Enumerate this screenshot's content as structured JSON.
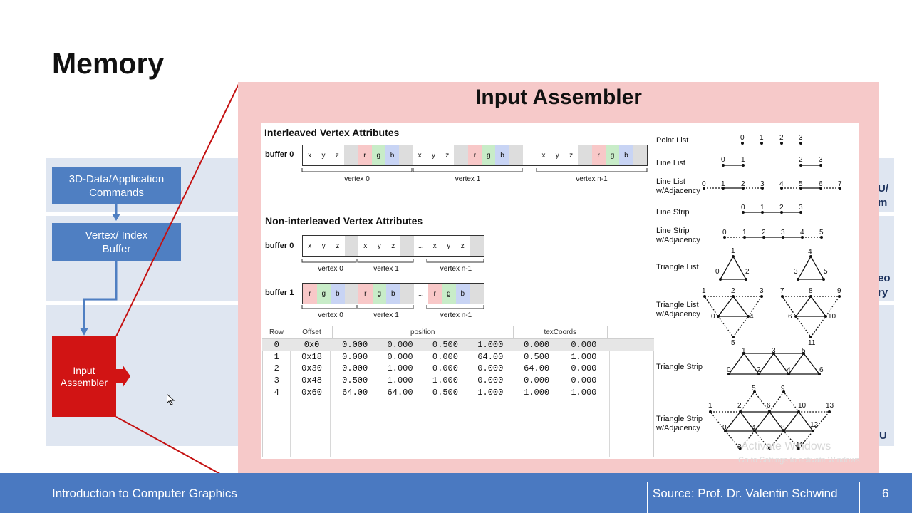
{
  "slide": {
    "title": "Memory",
    "page_number": "6"
  },
  "flow": {
    "box1": "3D-Data/Application Commands",
    "box2": "Vertex/ Index Buffer",
    "box3": "Input Assembler"
  },
  "side_fragments": [
    "U/",
    "m",
    "eo",
    "ry",
    "U"
  ],
  "panel": {
    "title": "Input Assembler",
    "interleaved": {
      "heading": "Interleaved Vertex Attributes",
      "buffer_label": "buffer 0",
      "cells": [
        "x",
        "y",
        "z",
        "",
        "r",
        "g",
        "b",
        "",
        "x",
        "y",
        "z",
        "",
        "r",
        "g",
        "b",
        "",
        "...",
        "x",
        "y",
        "z",
        "",
        "r",
        "g",
        "b",
        ""
      ],
      "vertex_labels": [
        "vertex 0",
        "vertex 1",
        "vertex n-1"
      ]
    },
    "non_interleaved": {
      "heading": "Non-interleaved Vertex Attributes",
      "buffer0_label": "buffer 0",
      "buffer0_cells": [
        "x",
        "y",
        "z",
        "",
        "x",
        "y",
        "z",
        "",
        "...",
        "x",
        "y",
        "z",
        ""
      ],
      "buffer1_label": "buffer 1",
      "buffer1_cells": [
        "r",
        "g",
        "b",
        "",
        "r",
        "g",
        "b",
        "",
        "...",
        "r",
        "g",
        "b",
        ""
      ],
      "vertex_labels": [
        "vertex 0",
        "vertex 1",
        "vertex n-1"
      ]
    },
    "table": {
      "headers": [
        "Row",
        "Offset",
        "position",
        "texCoords"
      ],
      "rows": [
        [
          "0",
          "0x0",
          "0.000",
          "0.000",
          "0.500",
          "1.000",
          "0.000",
          "0.000"
        ],
        [
          "1",
          "0x18",
          "0.000",
          "0.000",
          "0.000",
          "64.00",
          "0.500",
          "1.000"
        ],
        [
          "2",
          "0x30",
          "0.000",
          "1.000",
          "0.000",
          "0.000",
          "64.00",
          "0.000"
        ],
        [
          "3",
          "0x48",
          "0.500",
          "1.000",
          "1.000",
          "0.000",
          "0.000",
          "0.000"
        ],
        [
          "4",
          "0x60",
          "64.00",
          "64.00",
          "0.500",
          "1.000",
          "1.000",
          "1.000"
        ]
      ]
    },
    "topologies": [
      {
        "label": "Point List",
        "numbers": [
          "0",
          "1",
          "2",
          "3"
        ]
      },
      {
        "label": "Line List",
        "numbers": [
          "0",
          "1",
          "2",
          "3"
        ]
      },
      {
        "label": "Line List w/Adjacency",
        "numbers": [
          "0",
          "1",
          "2",
          "3",
          "4",
          "5",
          "6",
          "7"
        ]
      },
      {
        "label": "Line Strip",
        "numbers": [
          "0",
          "1",
          "2",
          "3"
        ]
      },
      {
        "label": "Line Strip w/Adjacency",
        "numbers": [
          "0",
          "1",
          "2",
          "3",
          "4",
          "5"
        ]
      },
      {
        "label": "Triangle List",
        "numbers": [
          "1",
          "0",
          "2",
          "4",
          "3",
          "5"
        ]
      },
      {
        "label": "Triangle List w/Adjacency",
        "numbers": [
          "1",
          "2",
          "3",
          "7",
          "8",
          "9",
          "0",
          "4",
          "6",
          "10",
          "5",
          "11"
        ]
      },
      {
        "label": "Triangle Strip",
        "numbers": [
          "1",
          "3",
          "5",
          "0",
          "2",
          "4",
          "6"
        ]
      },
      {
        "label": "Triangle Strip w/Adjacency",
        "numbers": [
          "5",
          "9",
          "1",
          "2",
          "6",
          "10",
          "13",
          "0",
          "4",
          "8",
          "12",
          "3",
          "7",
          "11"
        ]
      }
    ]
  },
  "watermark": {
    "line1": "Activate Windows",
    "line2": "Go to Settings to activate Windows."
  },
  "footer": {
    "course": "Introduction to Computer Graphics",
    "source": "Source: Prof. Dr. Valentin Schwind"
  }
}
